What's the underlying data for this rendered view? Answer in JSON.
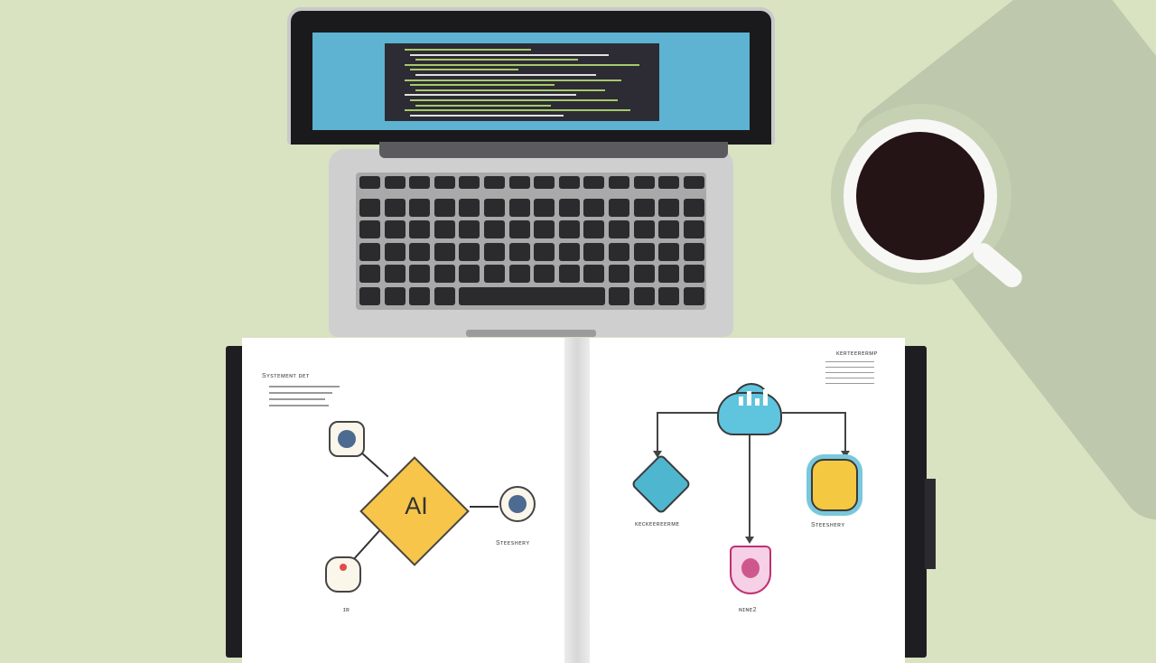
{
  "notebook": {
    "left_page": {
      "heading": "Ѕʏѕᴛᴇᴍᴇɴᴛ ᴅᴇᴛ",
      "center_node": "AI",
      "right_node_caption": "Ѕᴛᴇᴇꜱʜᴇʀʏ",
      "bottom_node_caption": "ɪʀ"
    },
    "right_page": {
      "heading": "ᴋᴇʀᴛᴇᴇʀᴇʀᴍᴘ",
      "left_node_caption": "ᴋᴇᴄᴋᴇᴇʀᴇᴇʀᴍᴇ",
      "right_node_caption": "Ѕᴛᴇᴇꜱʜᴇʀʏ",
      "bottom_node_caption": "ɴɪɴᴇ2"
    }
  },
  "colors": {
    "background": "#d9e2c1",
    "screen": "#5db3d1",
    "code": "#a5c96b",
    "ai_node": "#f6c54a",
    "cloud": "#5fc4de",
    "shield": "#c0306f",
    "coffee": "#241415"
  },
  "icons": [
    "laptop-icon",
    "coffee-cup-icon",
    "notebook-icon",
    "cloud-icon",
    "shield-icon"
  ]
}
